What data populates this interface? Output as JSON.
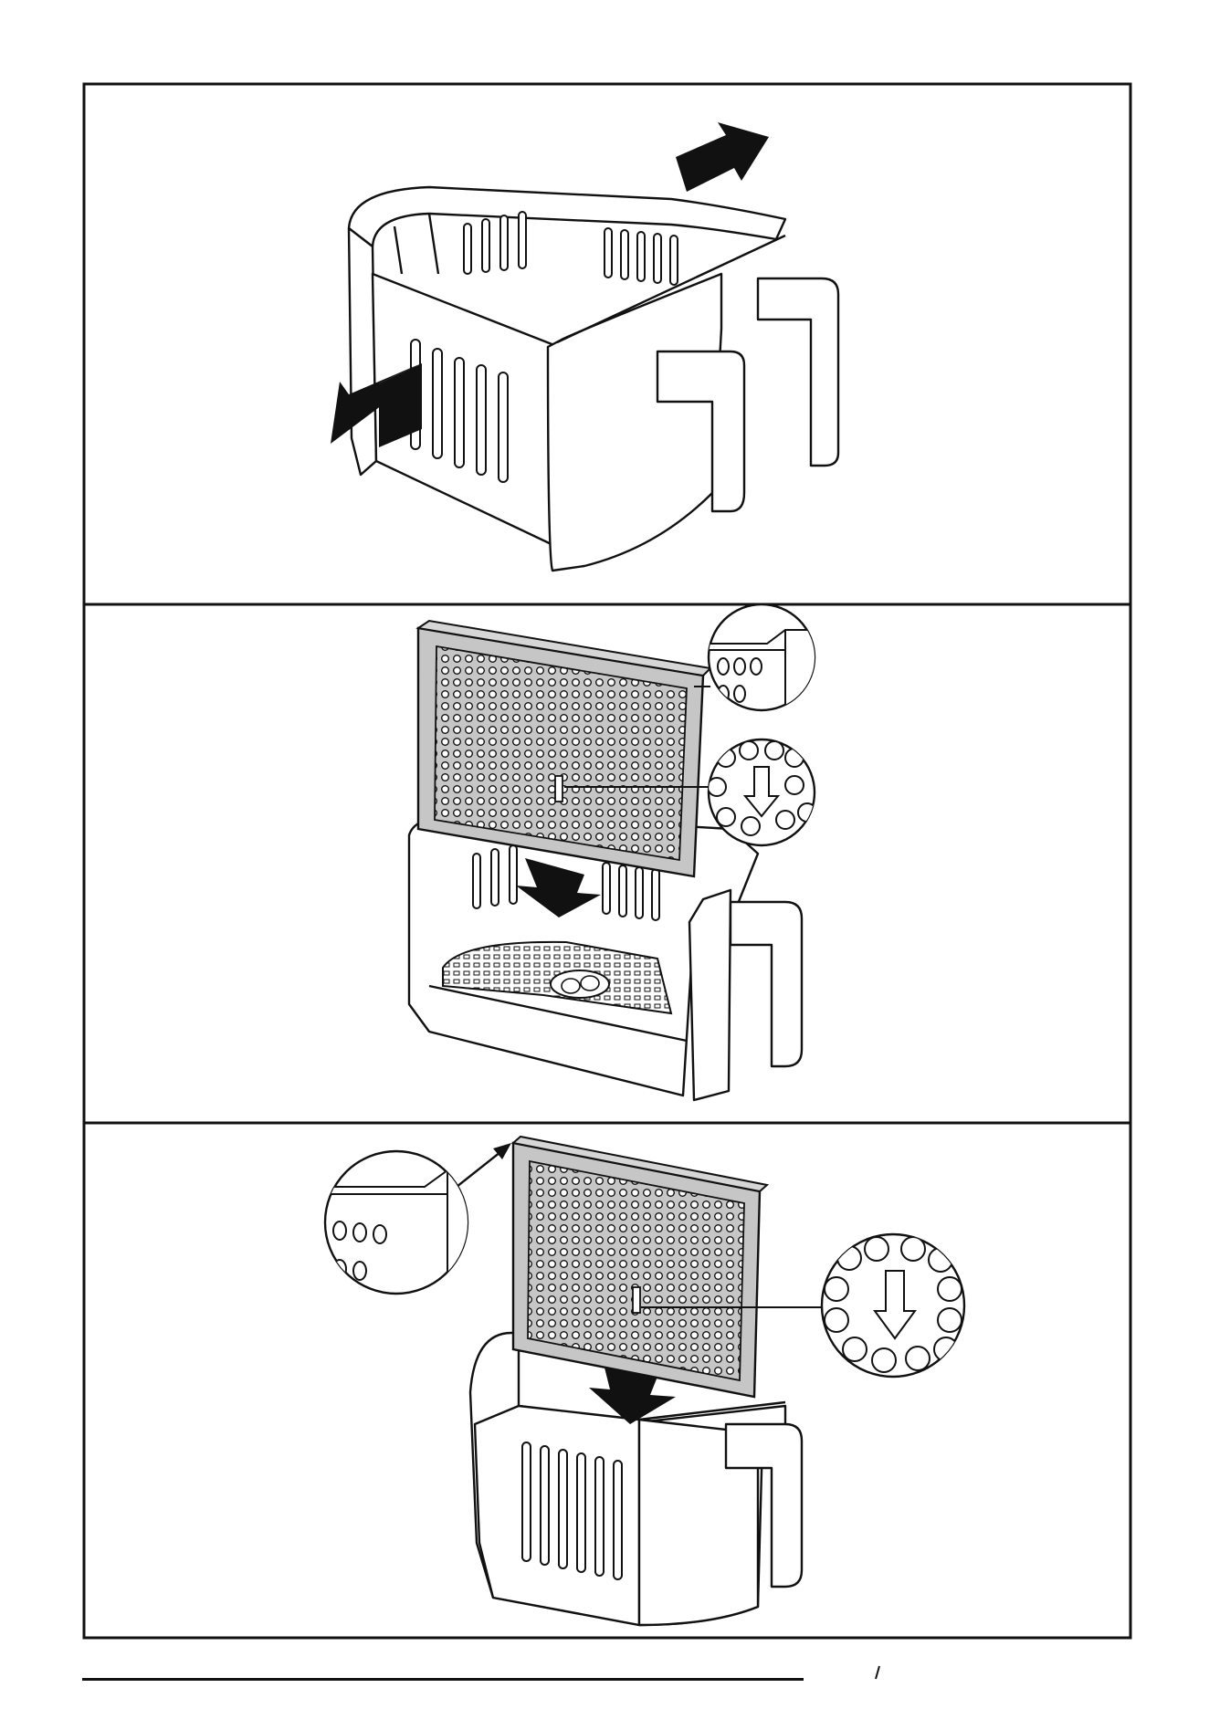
{
  "document": {
    "kind": "instruction-manual-illustration",
    "line_color": "#111111",
    "fill_white": "#ffffff",
    "panel_gray": "#c6c6c6",
    "arrow_color": "#111111"
  },
  "panels": [
    {
      "id": "step-1",
      "content": "basket-divider-removal",
      "icons": [
        "basket-icon",
        "pull-apart-arrow-icon"
      ]
    },
    {
      "id": "step-2",
      "content": "divider-insertion-large-basket",
      "icons": [
        "divider-panel-icon",
        "zoom-lens-edge-icon",
        "zoom-lens-arrow-icon",
        "push-down-arrow-icon",
        "basket-icon"
      ]
    },
    {
      "id": "step-3",
      "content": "divider-insertion-small-basket",
      "icons": [
        "divider-panel-icon",
        "zoom-lens-edge-icon",
        "zoom-lens-arrow-icon",
        "push-down-arrow-icon",
        "basket-icon"
      ]
    }
  ]
}
